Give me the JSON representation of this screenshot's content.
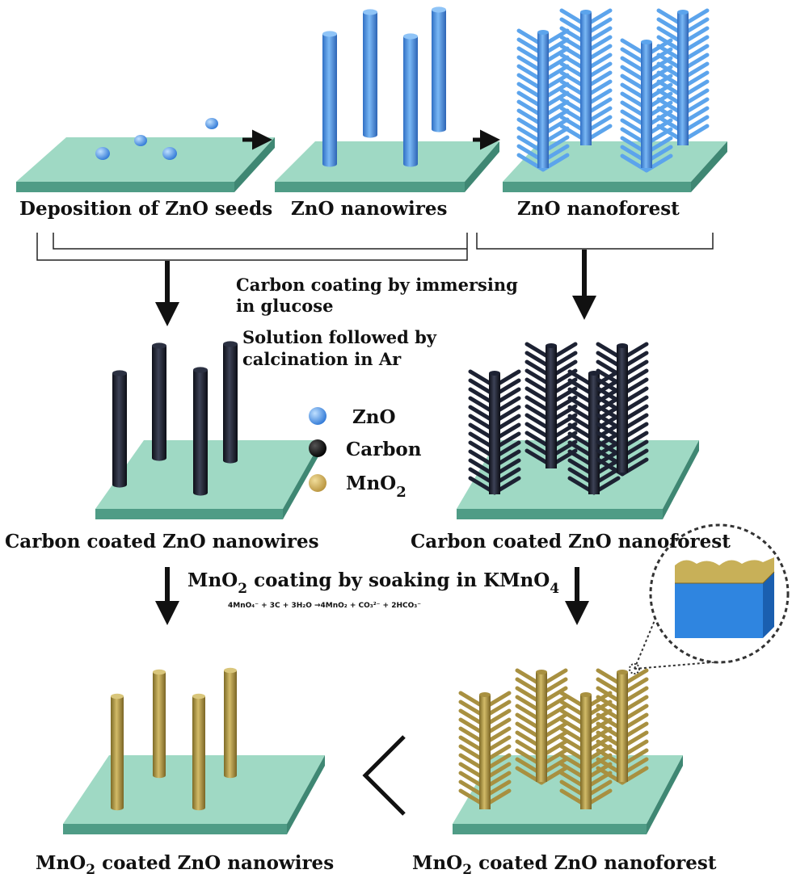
{
  "labels": {
    "seeds": "Deposition of ZnO seeds",
    "nanowires": "ZnO nanowires",
    "nanoforest": "ZnO nanoforest",
    "carbon_step_line1": "Carbon coating by immersing",
    "carbon_step_line2": "in glucose",
    "carbon_step_line3": "Solution followed by",
    "carbon_step_line4": "calcination in Ar",
    "carbon_nanowires": "Carbon coated ZnO nanowires",
    "carbon_nanoforest": "Carbon coated ZnO nanoforest",
    "mno2_step_prefix": "MnO",
    "mno2_step_sub": "2",
    "mno2_step_text": " coating by soaking in KMnO",
    "mno2_step_sub2": "4",
    "equation": "4MnO₄⁻ + 3C + 3H₂O →4MnO₂ + CO₃²⁻ + 2HCO₃⁻",
    "mno2_nanowires_prefix": "MnO",
    "mno2_nanowires_sub": "2",
    "mno2_nanowires_text": " coated ZnO nanowires",
    "mno2_nanoforest_prefix": "MnO",
    "mno2_nanoforest_sub": "2",
    "mno2_nanoforest_text": " coated ZnO nanoforest"
  },
  "legend": [
    {
      "label": "ZnO",
      "color": "#4a90e2"
    },
    {
      "label": "Carbon",
      "color": "#111111"
    },
    {
      "label": "MnO",
      "sub": "2",
      "color": "#c8a84a"
    }
  ],
  "colors": {
    "substrate_top": "#9fd9c4",
    "substrate_side": "#4f9c86",
    "zno": "#4a90e2",
    "carbon": "#1b1f2e",
    "mno2": "#a89040"
  }
}
